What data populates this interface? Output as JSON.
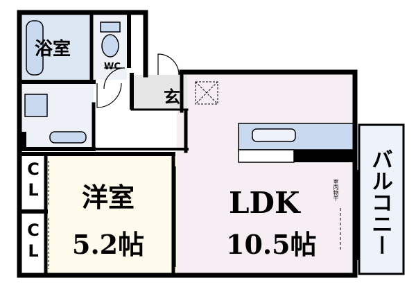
{
  "rooms": {
    "bath": "浴室",
    "wc": "WC",
    "entrance": "玄",
    "cl_top": "CL",
    "cl_bottom": "CL",
    "western_room": "洋室",
    "western_size": "5.2帖",
    "ldk": "LDK",
    "ldk_size": "10.5帖",
    "balcony": "バルコニー",
    "indoor_dryer": "室内物干"
  },
  "colors": {
    "wall": "#000000",
    "ldk_floor": "#f6eef2",
    "western_floor": "#fffbec",
    "wet_area": "#dde6f3",
    "fixture_fill": "#c9daf0",
    "balcony_fill": "#eef3fb",
    "entrance_fill": "#e6e6e6"
  }
}
